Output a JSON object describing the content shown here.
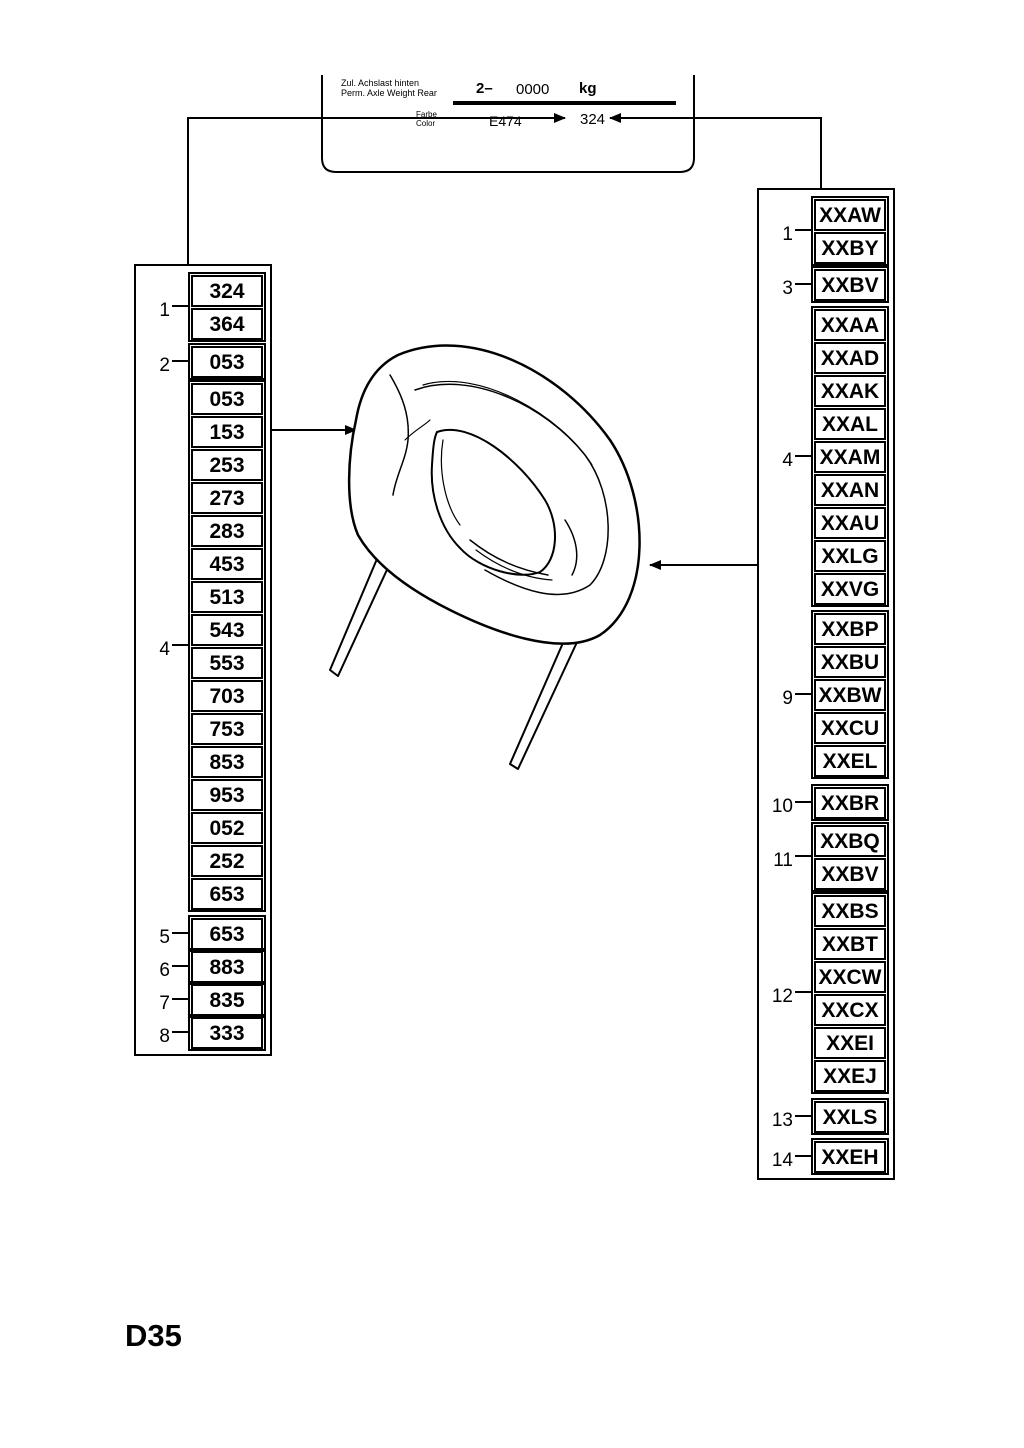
{
  "label_plate": {
    "axle_line1": "Zul. Achslast hinten",
    "axle_line2": "Perm. Axle Weight Rear",
    "axle_prefix": "2–",
    "axle_value": "0000",
    "axle_unit": "kg",
    "color_line1": "Farbe",
    "color_line2": "Color",
    "color_code_left": "E474",
    "color_code_right": "324"
  },
  "left_table": {
    "groups": [
      {
        "label": "1",
        "codes": [
          "324",
          "364"
        ]
      },
      {
        "label": "2",
        "codes": [
          "053"
        ]
      },
      {
        "label": "4",
        "codes": [
          "053",
          "153",
          "253",
          "273",
          "283",
          "453",
          "513",
          "543",
          "553",
          "703",
          "753",
          "853",
          "953",
          "052",
          "252",
          "653"
        ]
      },
      {
        "label": "5",
        "codes": [
          "653"
        ]
      },
      {
        "label": "6",
        "codes": [
          "883"
        ]
      },
      {
        "label": "7",
        "codes": [
          "835"
        ]
      },
      {
        "label": "8",
        "codes": [
          "333"
        ]
      }
    ]
  },
  "right_table": {
    "groups": [
      {
        "label": "1",
        "codes": [
          "XXAW",
          "XXBY"
        ]
      },
      {
        "label": "3",
        "codes": [
          "XXBV"
        ]
      },
      {
        "label": "4",
        "codes": [
          "XXAA",
          "XXAD",
          "XXAK",
          "XXAL",
          "XXAM",
          "XXAN",
          "XXAU",
          "XXLG",
          "XXVG"
        ]
      },
      {
        "label": "9",
        "codes": [
          "XXBP",
          "XXBU",
          "XXBW",
          "XXCU",
          "XXEL"
        ]
      },
      {
        "label": "10",
        "codes": [
          "XXBR"
        ]
      },
      {
        "label": "11",
        "codes": [
          "XXBQ",
          "XXBV"
        ]
      },
      {
        "label": "12",
        "codes": [
          "XXBS",
          "XXBT",
          "XXCW",
          "XXCX",
          "XXEI",
          "XXEJ"
        ]
      },
      {
        "label": "13",
        "codes": [
          "XXLS"
        ]
      },
      {
        "label": "14",
        "codes": [
          "XXEH"
        ]
      }
    ]
  },
  "illustration": {
    "icon": "headrest-icon"
  },
  "page_code": "D35"
}
